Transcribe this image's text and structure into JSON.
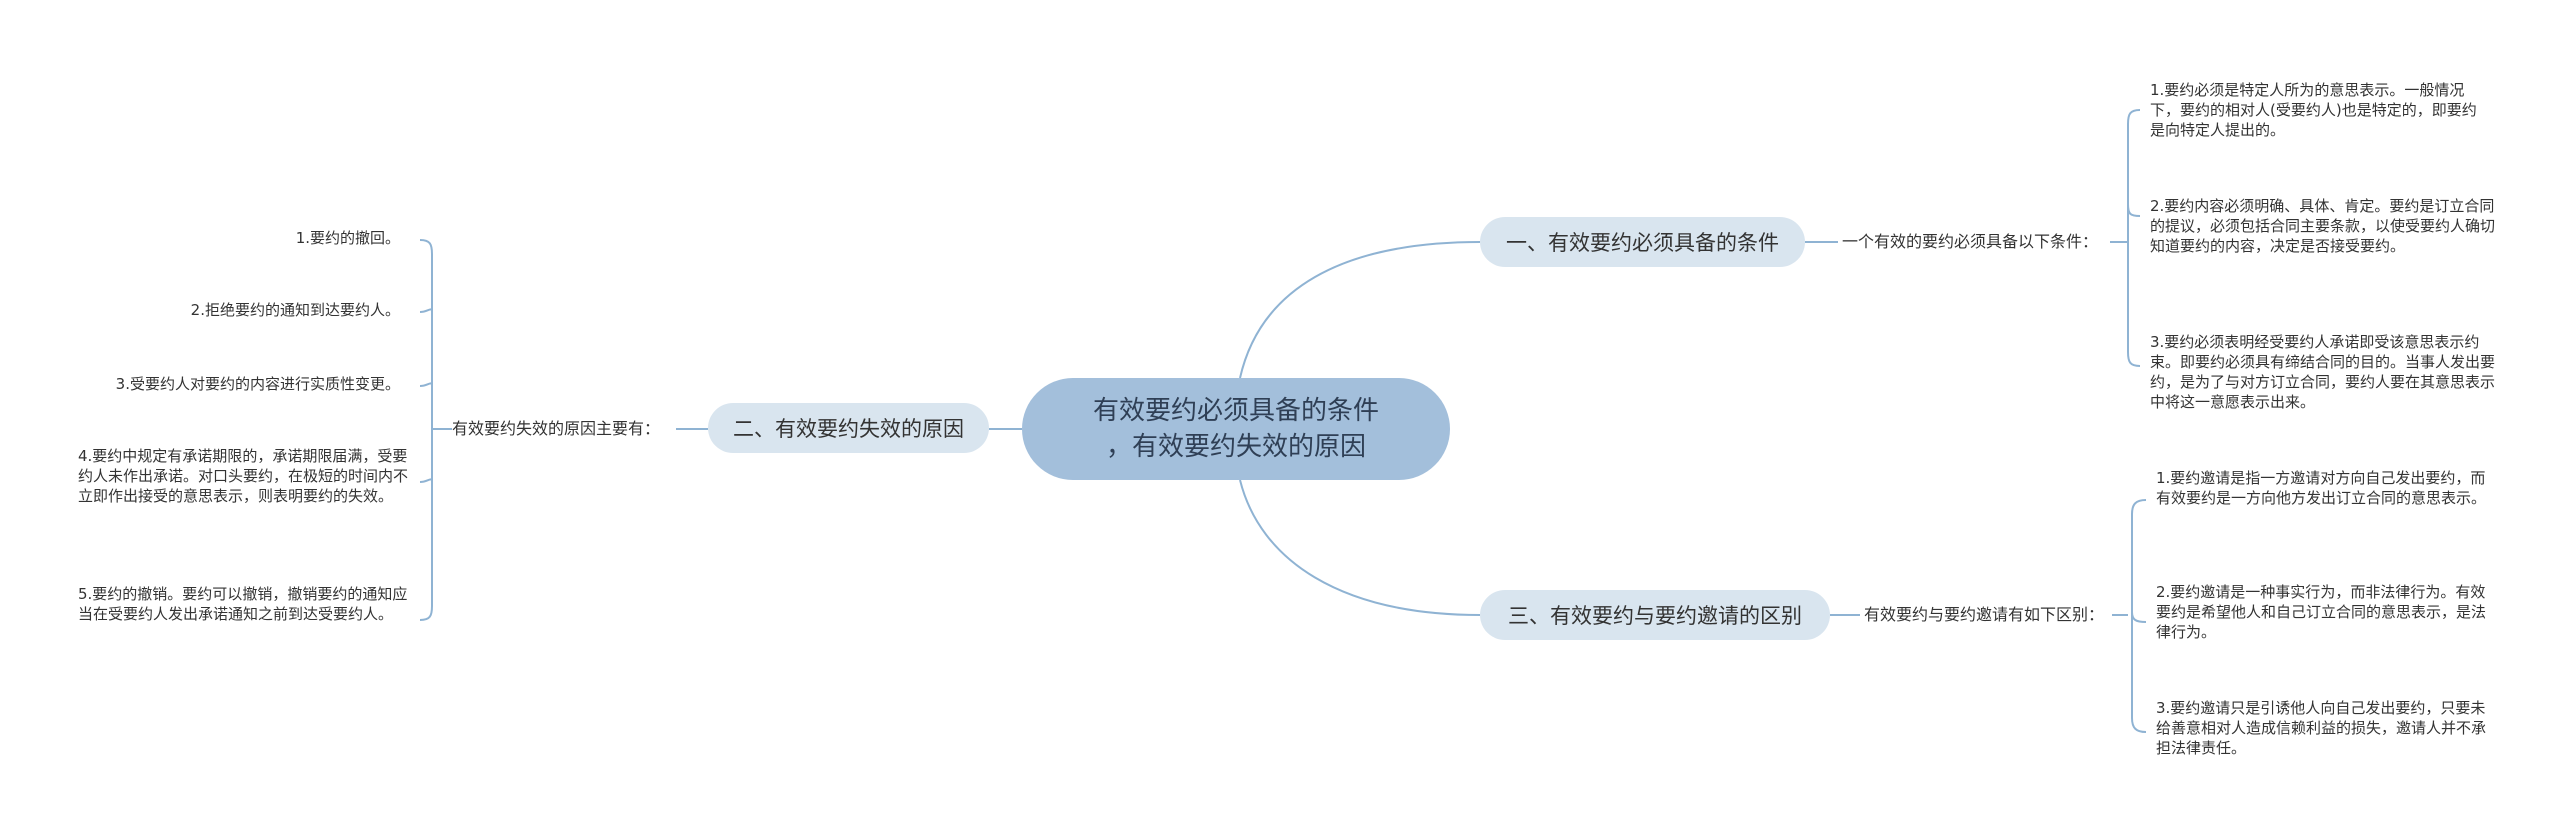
{
  "root": {
    "line1": "有效要约必须具备的条件",
    "line2": "，有效要约失效的原因"
  },
  "branches": [
    {
      "label": "一、有效要约必须具备的条件",
      "connector": "一个有效的要约必须具备以下条件：",
      "leaves": [
        "1.要约必须是特定人所为的意思表示。一般情况下，要约的相对人(受要约人)也是特定的，即要约是向特定人提出的。",
        "2.要约内容必须明确、具体、肯定。要约是订立合同的提议，必须包括合同主要条款，以使受要约人确切知道要约的内容，决定是否接受要约。",
        "3.要约必须表明经受要约人承诺即受该意思表示约束。即要约必须具有缔结合同的目的。当事人发出要约，是为了与对方订立合同，要约人要在其意思表示中将这一意愿表示出来。"
      ]
    },
    {
      "label": "二、有效要约失效的原因",
      "connector": "有效要约失效的原因主要有：",
      "leaves": [
        "1.要约的撤回。",
        "2.拒绝要约的通知到达要约人。",
        "3.受要约人对要约的内容进行实质性变更。",
        "4.要约中规定有承诺期限的，承诺期限届满，受要约人未作出承诺。对口头要约，在极短的时间内不立即作出接受的意思表示，则表明要约的失效。",
        "5.要约的撤销。要约可以撤销，撤销要约的通知应当在受要约人发出承诺通知之前到达受要约人。"
      ]
    },
    {
      "label": "三、有效要约与要约邀请的区别",
      "connector": "有效要约与要约邀请有如下区别：",
      "leaves": [
        "1.要约邀请是指一方邀请对方向自己发出要约，而有效要约是一方向他方发出订立合同的意思表示。",
        "2.要约邀请是一种事实行为，而非法律行为。有效要约是希望他人和自己订立合同的意思表示，是法律行为。",
        "3.要约邀请只是引诱他人向自己发出要约，只要未给善意相对人造成信赖利益的损失，邀请人并不承担法律责任。"
      ]
    }
  ],
  "colors": {
    "root_fill": "#a3bfdb",
    "branch_fill": "#d9e5ef",
    "line": "#8fb3d3"
  }
}
